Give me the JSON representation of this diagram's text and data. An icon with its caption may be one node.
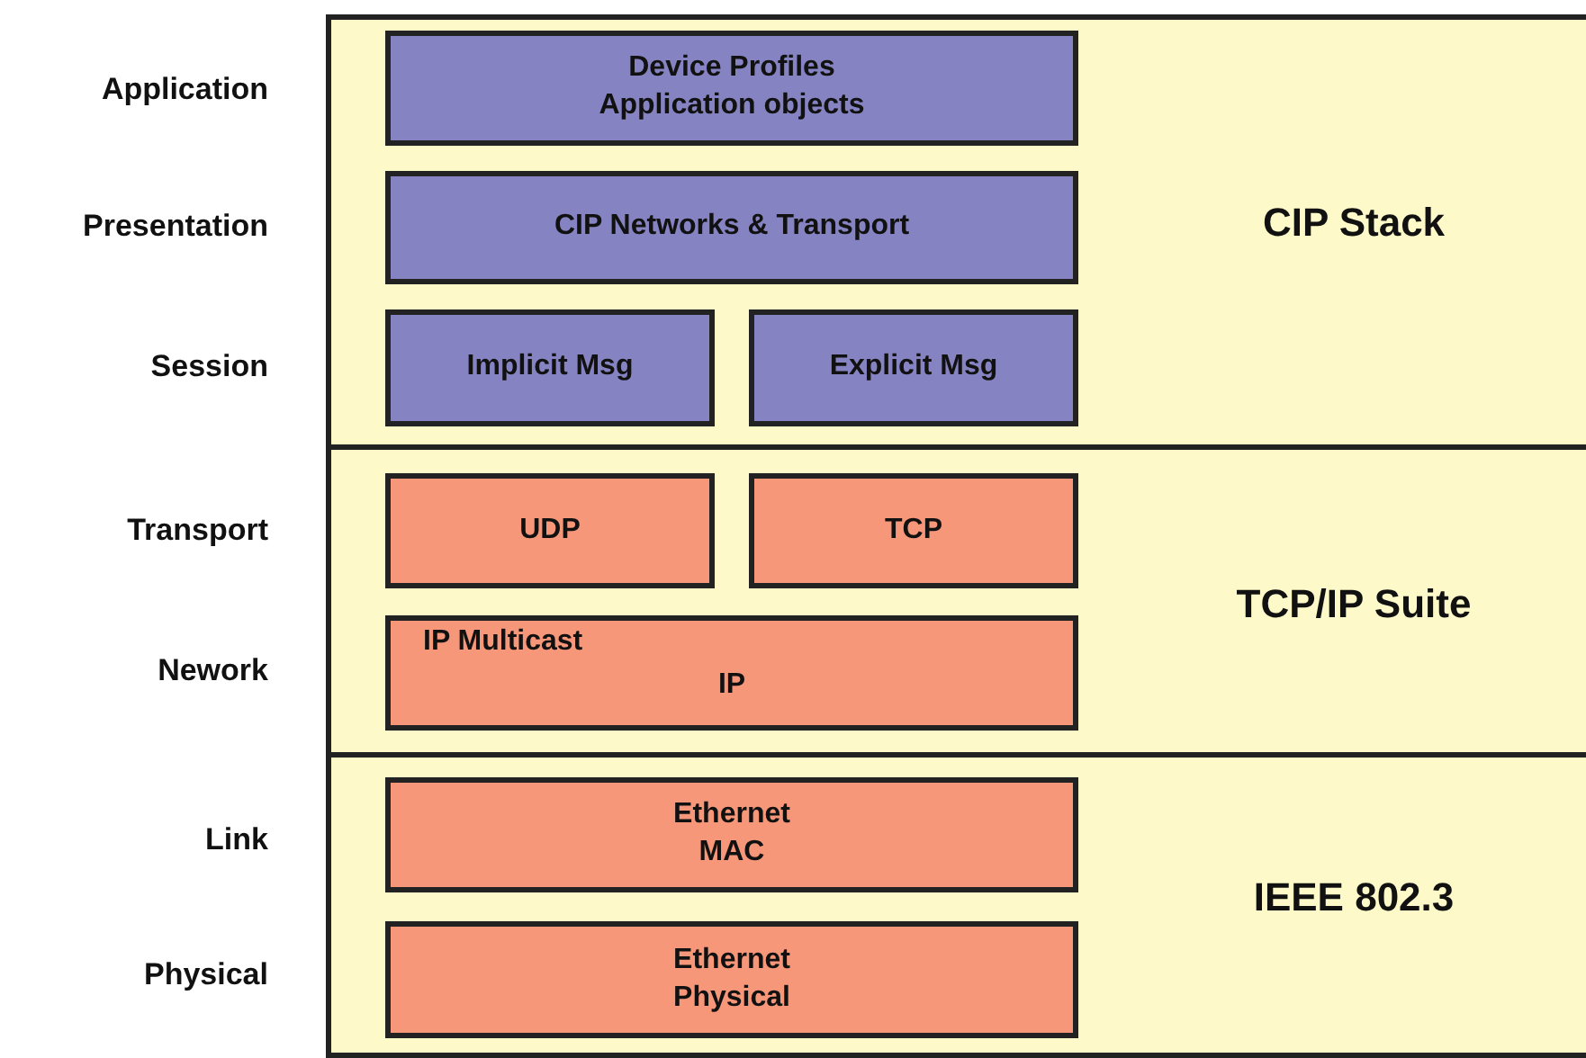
{
  "diagram": {
    "nodes": [
      {
        "text": [
          "CIP Stack"
        ]
      },
      {
        "text": [
          "Device Profiles Application objects"
        ],
        "in": 0
      },
      {
        "text": [
          "CIP Networks & Transport"
        ],
        "in": 0
      },
      {
        "text": [
          "Implicit Msg"
        ],
        "in": 0
      },
      {
        "text": [
          "Explicit Msg"
        ],
        "in": 0
      },
      {
        "text": [
          "TCP/IP Suite"
        ]
      },
      {
        "text": [
          "UDP"
        ],
        "in": 5
      },
      {
        "text": [
          "TCP"
        ],
        "in": 5
      },
      {
        "text": [
          "IP Multicast",
          "IP"
        ],
        "in": 5
      },
      {
        "text": [
          "IEEE 802.3"
        ]
      },
      {
        "text": [
          "Ethernet MAC"
        ],
        "in": 9
      },
      {
        "text": [
          "Ethernet Physical"
        ],
        "in": 9
      }
    ],
    "labels": [
      "Application",
      "Presentation",
      "Session",
      "Transport",
      "Nework",
      "Link",
      "Physical"
    ]
  }
}
